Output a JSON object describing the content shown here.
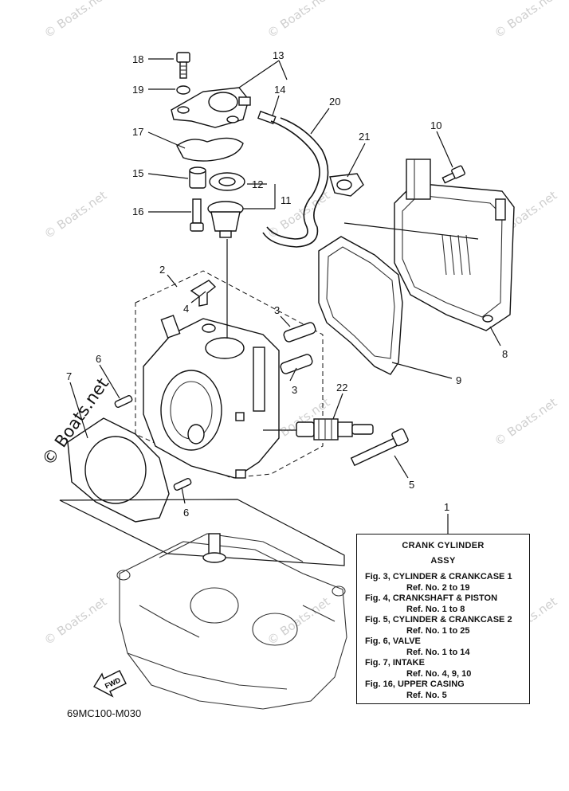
{
  "watermark": {
    "text": "© Boats.net"
  },
  "callouts": [
    "18",
    "19",
    "13",
    "14",
    "20",
    "17",
    "15",
    "12",
    "11",
    "16",
    "21",
    "10",
    "2",
    "4",
    "3",
    "3",
    "6",
    "7",
    "22",
    "8",
    "9",
    "5",
    "6",
    "1"
  ],
  "diagram_code": "69MC100-M030",
  "fwd_label": "FWD",
  "legend": {
    "title": "CRANK CYLINDER",
    "subtitle": "ASSY",
    "rows": [
      {
        "fig": "Fig. 3, CYLINDER & CRANKCASE 1",
        "ref": "Ref. No. 2 to 19"
      },
      {
        "fig": "Fig. 4, CRANKSHAFT & PISTON",
        "ref": "Ref. No. 1 to 8"
      },
      {
        "fig": "Fig. 5, CYLINDER & CRANKCASE 2",
        "ref": "Ref. No. 1 to 25"
      },
      {
        "fig": "Fig. 6, VALVE",
        "ref": "Ref. No. 1 to 14"
      },
      {
        "fig": "Fig. 7, INTAKE",
        "ref": "Ref. No. 4, 9, 10"
      },
      {
        "fig": "Fig. 16, UPPER CASING",
        "ref": "Ref. No. 5"
      }
    ]
  }
}
